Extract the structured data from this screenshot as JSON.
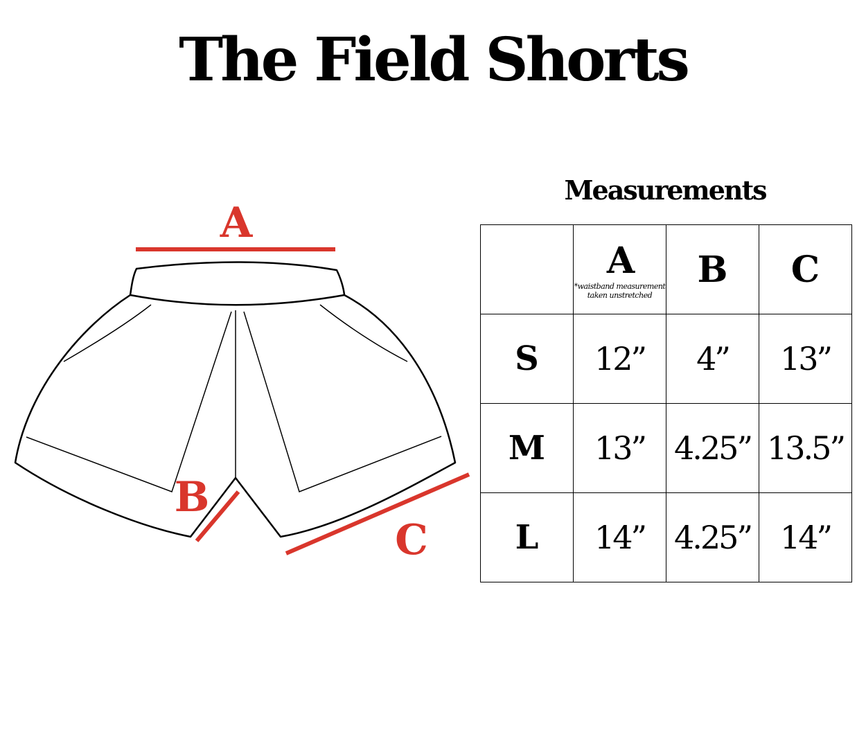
{
  "title": "The Field Shorts",
  "diagram": {
    "label_a": "A",
    "label_b": "B",
    "label_c": "C",
    "accent_color": "#d9362c"
  },
  "table": {
    "title": "Measurements",
    "headers": [
      "A",
      "B",
      "C"
    ],
    "header_a_note": "*waistband measurement taken unstretched",
    "rows": [
      {
        "size": "S",
        "values": [
          "12”",
          "4”",
          "13”"
        ]
      },
      {
        "size": "M",
        "values": [
          "13”",
          "4.25”",
          "13.5”"
        ]
      },
      {
        "size": "L",
        "values": [
          "14”",
          "4.25”",
          "14”"
        ]
      }
    ]
  }
}
